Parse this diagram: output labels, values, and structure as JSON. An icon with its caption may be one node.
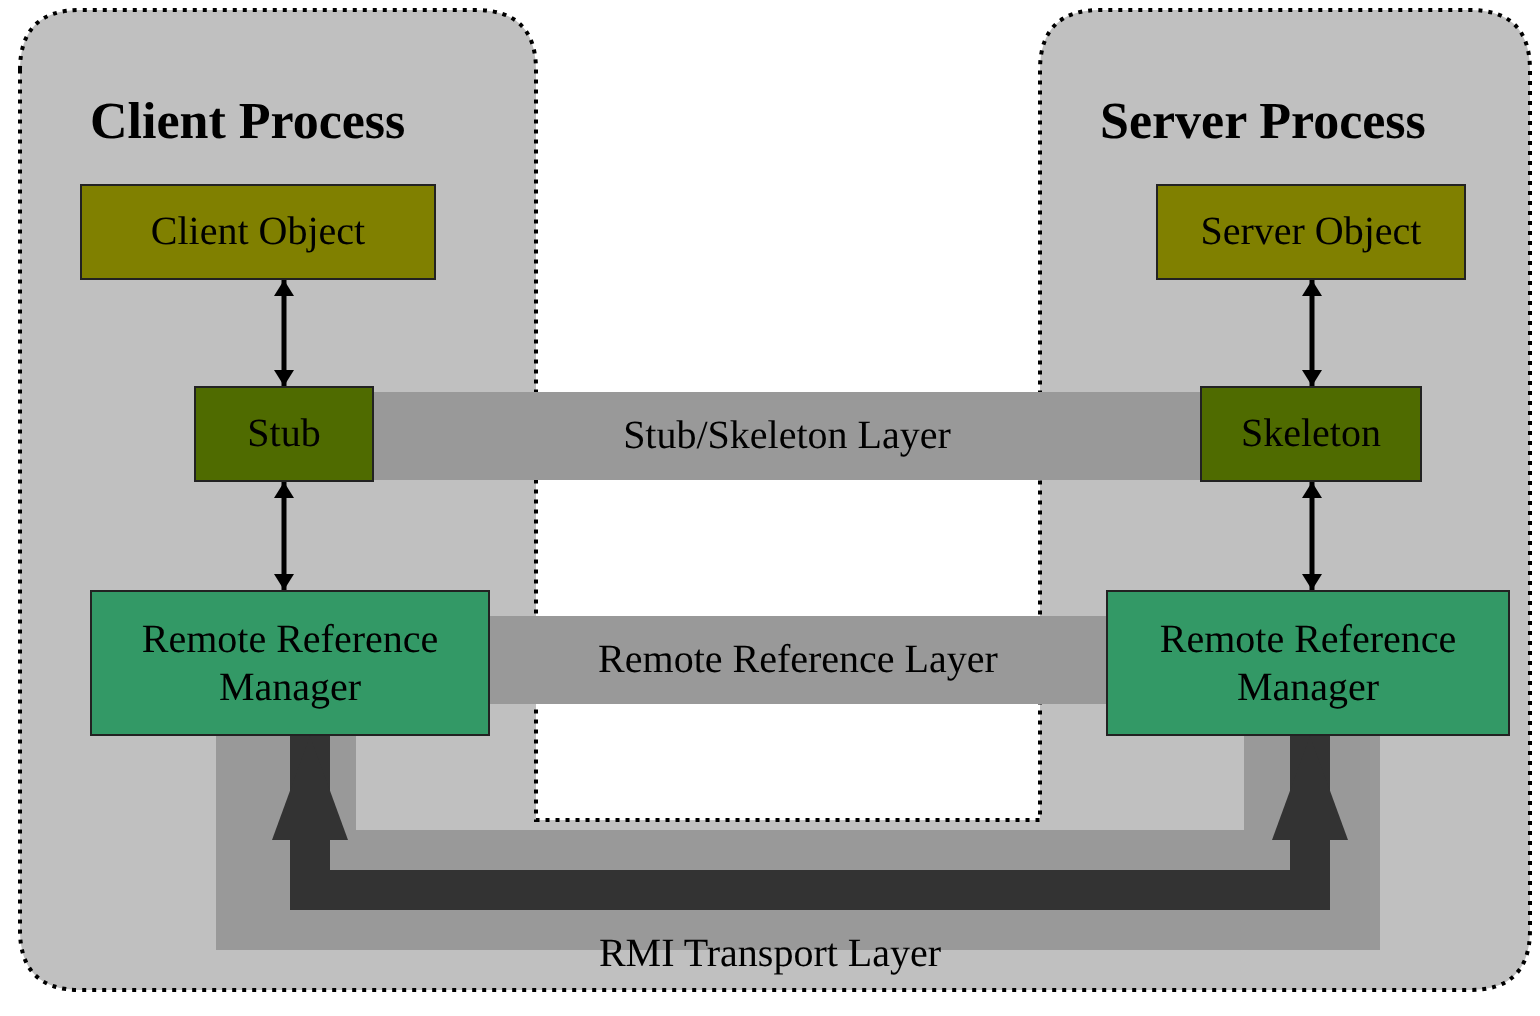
{
  "diagram": {
    "nodes": [
      {
        "text": [
          "Client Object"
        ]
      },
      {
        "text": [
          "Server Object"
        ]
      },
      {
        "text": [
          "Stub"
        ]
      },
      {
        "text": [
          "Stub/Skeleton Layer"
        ]
      },
      {
        "text": [
          "Skeleton"
        ]
      },
      {
        "text": [
          "Remote Reference Manager"
        ]
      },
      {
        "text": [
          "Remote Reference Layer"
        ]
      },
      {
        "text": [
          "Remote Reference Manager"
        ]
      }
    ],
    "edges": [
      {
        "from": 0,
        "to": 2,
        "arrow": "both"
      },
      {
        "from": 1,
        "to": 4,
        "arrow": "both"
      },
      {
        "from": 2,
        "to": 5,
        "arrow": "both"
      },
      {
        "from": 4,
        "to": 7,
        "arrow": "both"
      },
      {
        "from": 5,
        "to": 7,
        "arrow": "both",
        "style": "thick",
        "color": "#333333"
      }
    ],
    "labels": [
      "Client Process",
      "Server Process",
      "RMI Transport Layer"
    ]
  }
}
